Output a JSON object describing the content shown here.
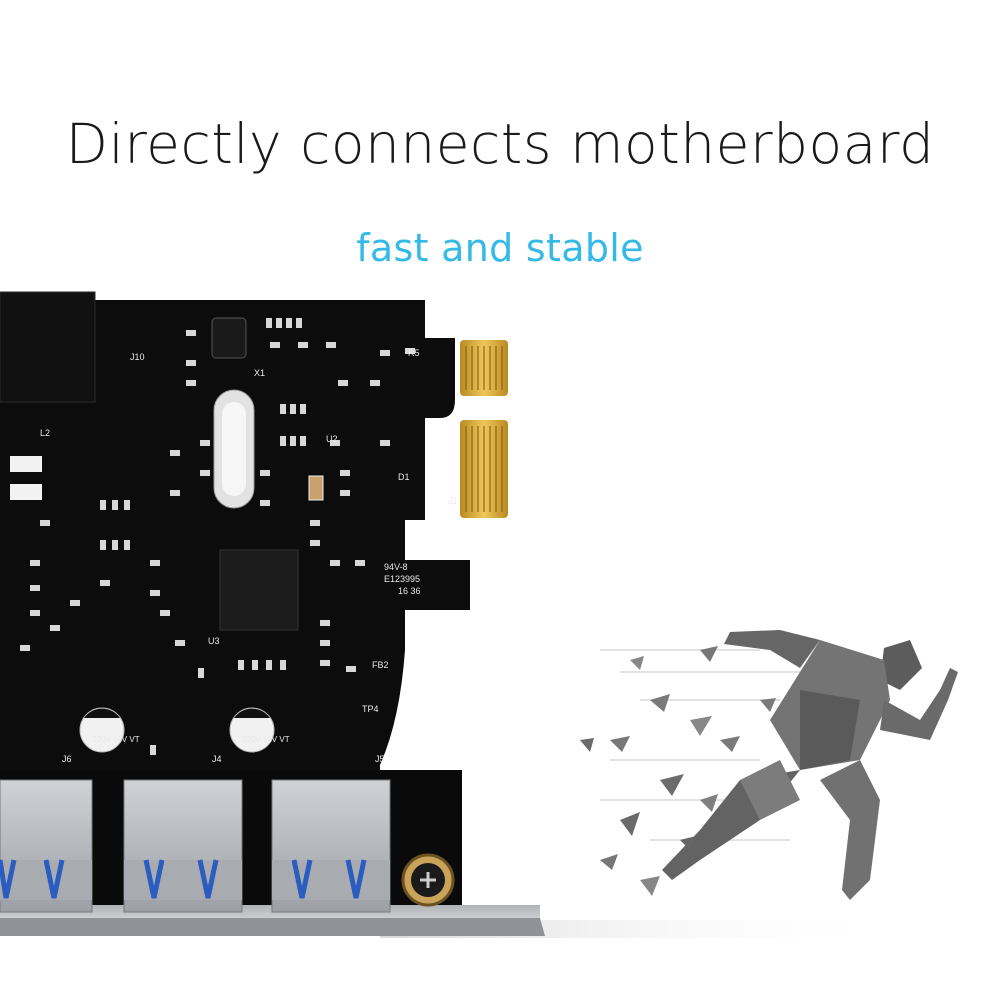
{
  "headline": "Directly connects motherboard",
  "subline": "fast and stable",
  "colors": {
    "accent": "#35b9e6",
    "pcb": "#0c0c0c",
    "gold": "#d8a93e",
    "usb_blue": "#2a5dbf",
    "runner": "#6e6e6e"
  },
  "board_labels": {
    "port_j6": "J6",
    "port_j4": "J4",
    "port_j5": "J5",
    "cap_rating_left": "220V 16V VT",
    "cap_rating_right": "220V 16V VT",
    "fr4_mark": "94V-8",
    "cert_mark": "E123995",
    "date_code": "16 36",
    "conn_j10": "J10",
    "edge_j1": "J1",
    "fb2": "FB2",
    "tp4": "TP4",
    "u2": "U2",
    "u3": "U3",
    "l2": "L2",
    "x1": "X1",
    "r5": "R5",
    "d1": "D1"
  }
}
